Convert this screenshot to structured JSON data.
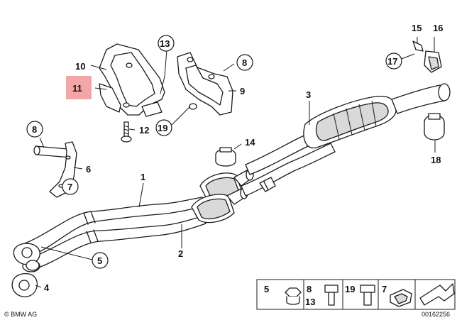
{
  "callouts": {
    "c1": "1",
    "c2": "2",
    "c3": "3",
    "c4": "4",
    "c5": "5",
    "c6": "6",
    "c7": "7",
    "c8a": "8",
    "c8b": "8",
    "c9": "9",
    "c10": "10",
    "c11": "11",
    "c12": "12",
    "c13": "13",
    "c14": "14",
    "c15": "15",
    "c16": "16",
    "c17": "17",
    "c18": "18",
    "c19": "19"
  },
  "highlight_color": "#f4a6a6",
  "legend": {
    "l5": "5",
    "l8": "8",
    "l13": "13",
    "l19": "19",
    "l7": "7"
  },
  "footer": {
    "brand": "© BMW AG",
    "diagram_number": "00162256"
  }
}
